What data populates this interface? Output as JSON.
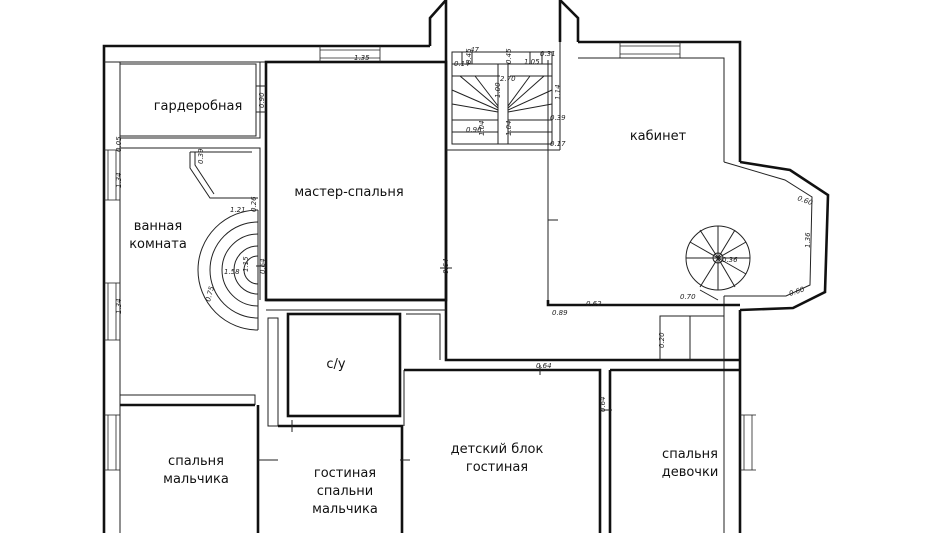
{
  "rooms": {
    "wardrobe": "гардеробная",
    "master_bedroom": "мастер-спальня",
    "bathroom_line1": "ванная",
    "bathroom_line2": "комната",
    "study": "кабинет",
    "wc": "с/у",
    "boy_bedroom_line1": "спальня",
    "boy_bedroom_line2": "мальчика",
    "boy_living_line1": "гостиная",
    "boy_living_line2": "спальни",
    "boy_living_line3": "мальчика",
    "kids_block_line1": "детский блок",
    "kids_block_line2": "гостиная",
    "girl_bedroom_line1": "спальня",
    "girl_bedroom_line2": "девочки"
  },
  "dimensions": {
    "d_1_35": "1.35",
    "d_0_90": "0.90",
    "d_0_05": "0.05",
    "d_1_34a": "1.34",
    "d_0_39": "0.39",
    "d_1_21": "1.21",
    "d_0_26": "0.26",
    "d_1_15": "1.15",
    "d_1_58": "1.58",
    "d_0_64a": "0.64",
    "d_0_75": "0.75",
    "d_1_34b": "1.34",
    "d_0_64b": "0.64",
    "d_0_14": "0.14",
    "d_0_47": "47",
    "d_0_45a": "0.45",
    "d_0_45b": "0.45",
    "d_1_05": "1.05",
    "d_0_31": "0.31",
    "d_2_70": "2.70",
    "d_1_00": "1.00",
    "d_1_14": "1.14",
    "d_0_39b": "0.39",
    "d_0_96": "0.96",
    "d_1_04a": "1.04",
    "d_1_04b": "1.04",
    "d_0_17": "0.17",
    "d_0_60a": "0.60",
    "d_1_36": "1.36",
    "d_0_60b": "0.60",
    "d_0_36": "0.36",
    "d_0_70": "0.70",
    "d_0_62": "0.62",
    "d_0_89": "0.89",
    "d_0_20": "0.20",
    "d_0_64c": "0.64",
    "d_0_64d": "0.64"
  }
}
